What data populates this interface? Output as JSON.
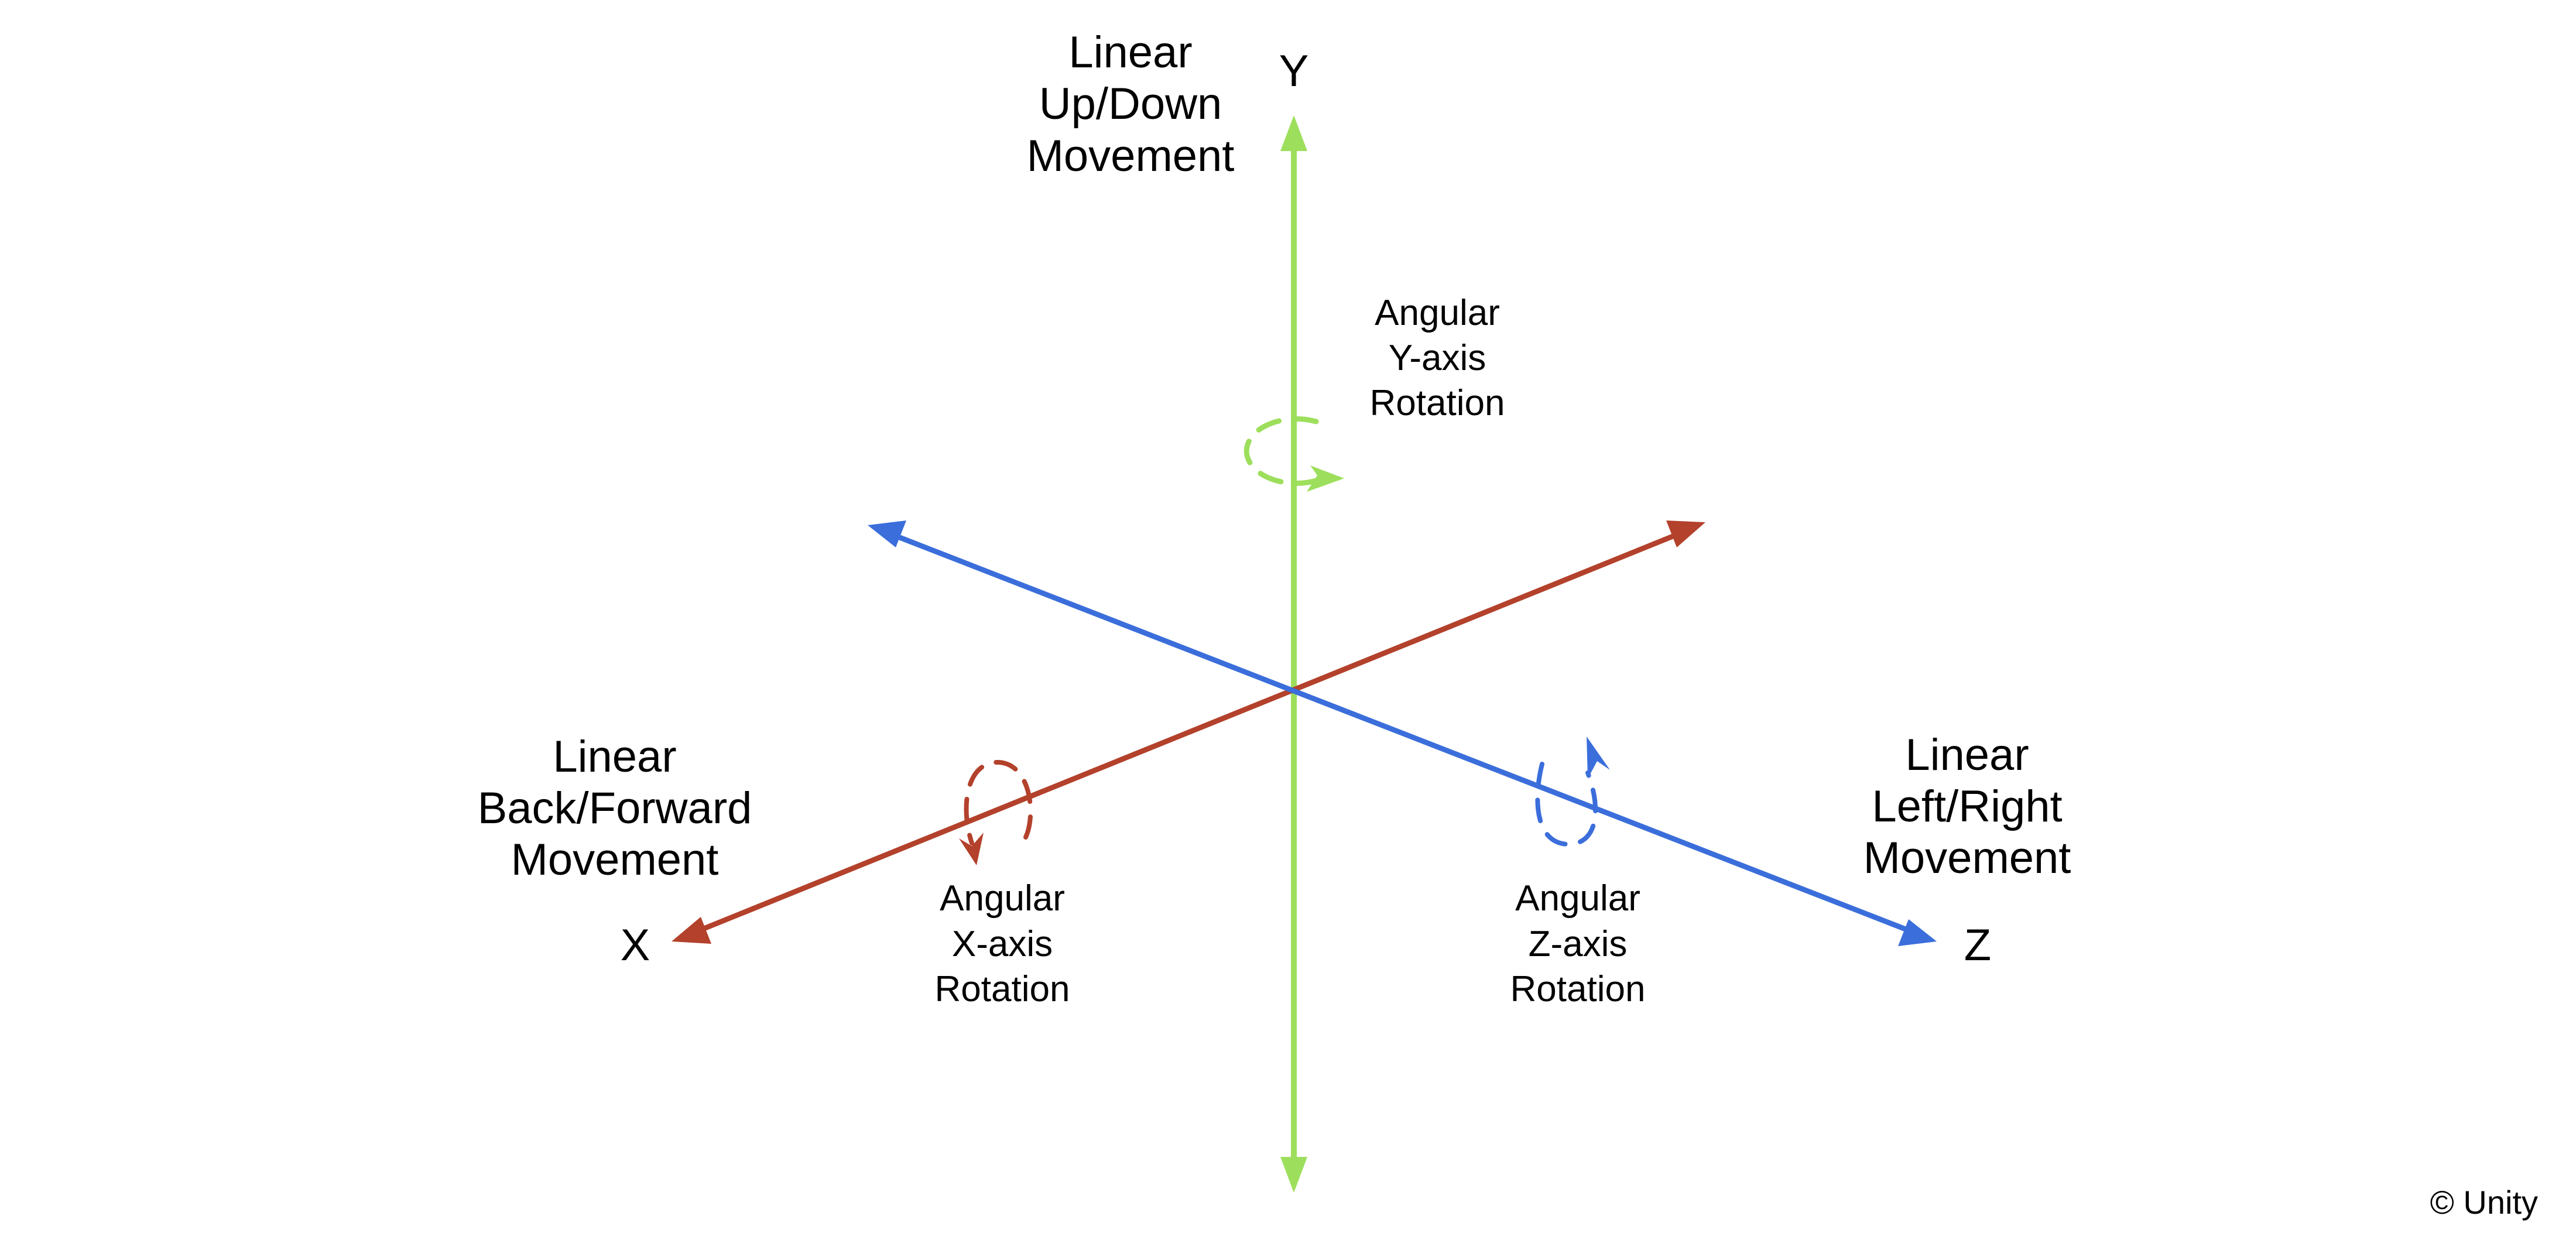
{
  "colors": {
    "y_axis": "#9ddf5c",
    "x_axis": "#b3412b",
    "z_axis": "#3b6edb",
    "text": "#000000",
    "background": "#ffffff"
  },
  "axes": {
    "y": {
      "letter": "Y",
      "linear_label": [
        "Linear",
        "Up/Down",
        "Movement"
      ],
      "angular_label": [
        "Angular",
        "Y-axis",
        "Rotation"
      ],
      "bidirectional": true,
      "rotation_indicator": "dashed-circular-arrow"
    },
    "x": {
      "letter": "X",
      "linear_label": [
        "Linear",
        "Back/Forward",
        "Movement"
      ],
      "angular_label": [
        "Angular",
        "X-axis",
        "Rotation"
      ],
      "bidirectional": true,
      "rotation_indicator": "dashed-circular-arrow"
    },
    "z": {
      "letter": "Z",
      "linear_label": [
        "Linear",
        "Left/Right",
        "Movement"
      ],
      "angular_label": [
        "Angular",
        "Z-axis",
        "Rotation"
      ],
      "bidirectional": true,
      "rotation_indicator": "dashed-circular-arrow"
    }
  },
  "credit": "© Unity"
}
